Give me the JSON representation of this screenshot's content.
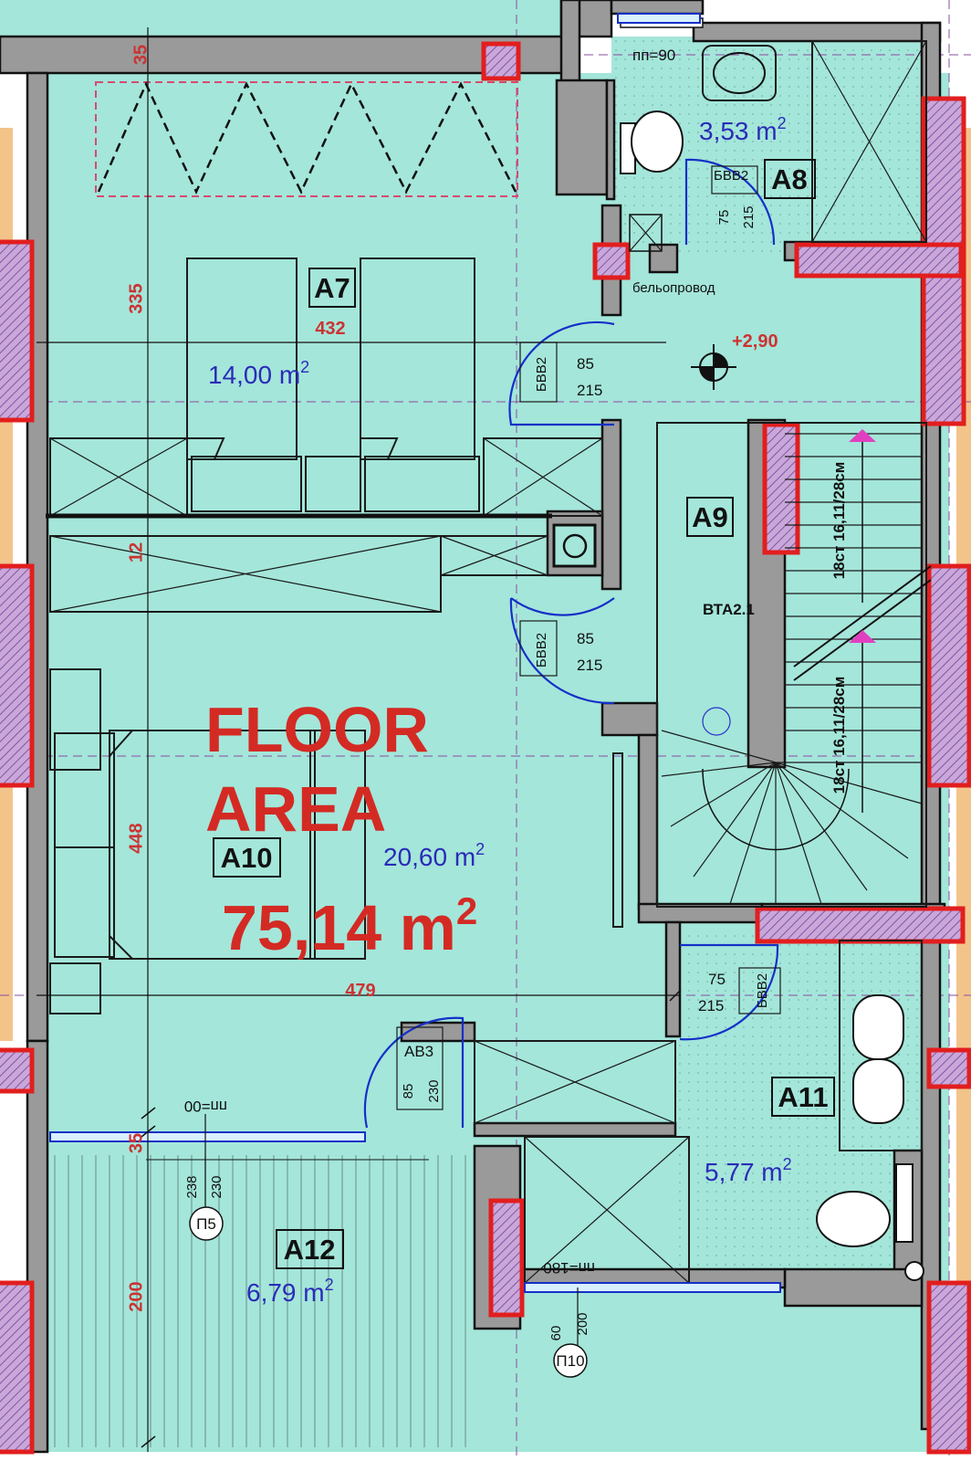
{
  "plan": {
    "overlay_title_line1": "FLOOR",
    "overlay_title_line2": "AREA",
    "overlay_total": "75,14 m",
    "overlay_total_sup": "2",
    "rooms": [
      {
        "id": "A7",
        "area": "14,00 m",
        "sup": "2"
      },
      {
        "id": "A8",
        "area": "3,53 m",
        "sup": "2"
      },
      {
        "id": "A9",
        "area": "",
        "sup": ""
      },
      {
        "id": "A10",
        "area": "20,60 m",
        "sup": "2"
      },
      {
        "id": "A11",
        "area": "5,77 m",
        "sup": "2"
      },
      {
        "id": "A12",
        "area": "6,79 m",
        "sup": "2"
      }
    ],
    "dimensions": {
      "d35_top": "35",
      "d335": "335",
      "d432": "432",
      "d12": "12",
      "d448": "448",
      "d479": "479",
      "d35_bottom": "35",
      "d200": "200"
    },
    "level_mark": "+2,90",
    "stair_label_upper": "18ст 16,11/28см",
    "stair_label_lower": "18ст 16,11/28см",
    "stair_code": "ВТА2.1",
    "chute_label": "бельопровод",
    "sill_top": "пп=90",
    "sill_left": "пп=00",
    "sill_bottom": "пп=180",
    "doors": [
      {
        "code": "БВВ2",
        "w": "75",
        "h": "215"
      },
      {
        "code": "БВВ2",
        "w": "85",
        "h": "215"
      },
      {
        "code": "БВВ2",
        "w": "85",
        "h": "215"
      },
      {
        "code": "БВВ2",
        "w": "75",
        "h": "215"
      },
      {
        "code": "АВ3",
        "w": "85",
        "h": "230"
      }
    ],
    "windows": [
      {
        "code": "П5",
        "w": "238",
        "h": "230"
      },
      {
        "code": "П10",
        "w": "200",
        "h": "60"
      }
    ]
  },
  "colors": {
    "floor": "#a4e6da",
    "wall": "#9a9a9a",
    "column_outline": "#e21e1e",
    "accent_text": "#d42a24",
    "area_text": "#2b2bb8",
    "stair_arrow": "#e040c0"
  }
}
